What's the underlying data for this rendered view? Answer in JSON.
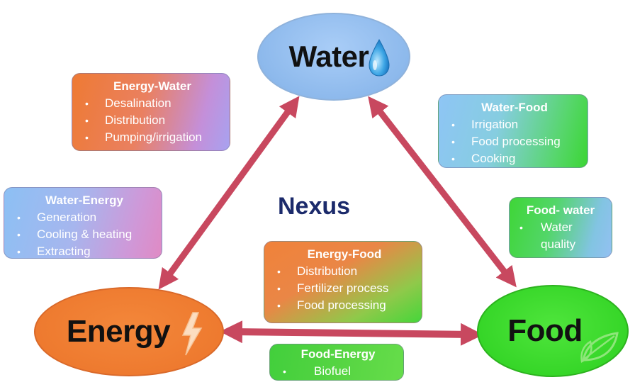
{
  "nodes": {
    "water": "Water",
    "energy": "Energy",
    "food": "Food"
  },
  "center_label": "Nexus",
  "boxes": {
    "energy_water": {
      "title": "Energy-Water",
      "items": [
        "Desalination",
        "Distribution",
        "Pumping/irrigation"
      ]
    },
    "water_food": {
      "title": "Water-Food",
      "items": [
        "Irrigation",
        "Food processing",
        "Cooking"
      ]
    },
    "water_energy": {
      "title": "Water-Energy",
      "items": [
        "Generation",
        "Cooling & heating",
        "Extracting"
      ]
    },
    "food_water": {
      "title": "Food- water",
      "items": [
        "Water",
        "quality"
      ]
    },
    "energy_food": {
      "title": "Energy-Food",
      "items": [
        "Distribution",
        "Fertilizer process",
        "Food processing"
      ]
    },
    "food_energy": {
      "title": "Food-Energy",
      "items": [
        "Biofuel"
      ]
    }
  },
  "colors": {
    "arrow": "#c8485f",
    "water": "#8db9ec",
    "energy": "#ee7a2f",
    "food": "#36d628",
    "nexus_text": "#1b2a6b"
  },
  "icons": {
    "water": "water-drop-icon",
    "energy": "lightning-bolt-icon",
    "food": "leaf-icon"
  }
}
